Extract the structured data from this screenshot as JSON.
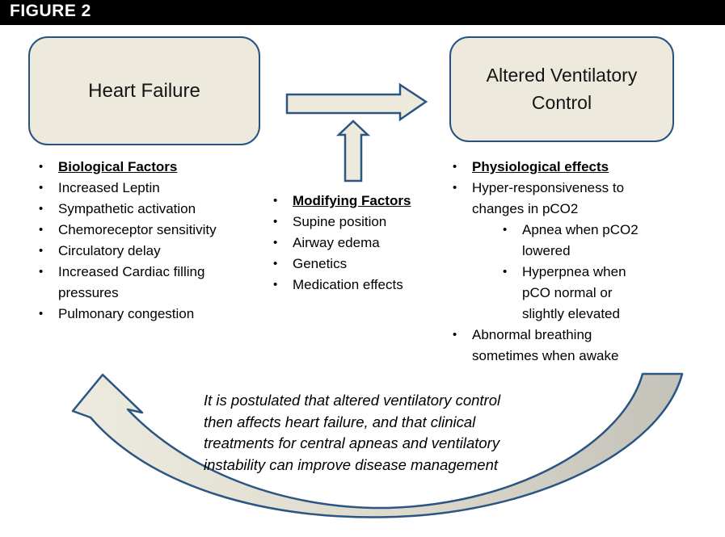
{
  "header": {
    "figure_label": "FIGURE 2"
  },
  "nodes": {
    "heart_failure": "Heart Failure",
    "altered_ventilatory_control": "Altered Ventilatory Control"
  },
  "lists": {
    "biological_factors": {
      "heading": "Biological Factors",
      "items": [
        "Increased Leptin",
        "Sympathetic activation",
        "Chemoreceptor sensitivity",
        "Circulatory delay",
        "Increased Cardiac filling pressures",
        "Pulmonary congestion"
      ]
    },
    "modifying_factors": {
      "heading": "Modifying Factors",
      "items": [
        "Supine position",
        "Airway edema",
        "Genetics",
        "Medication effects"
      ]
    },
    "physiological_effects": {
      "heading": "Physiological effects",
      "items": [
        {
          "text": "Hyper-responsiveness to changes in pCO2",
          "level": 1
        },
        {
          "text": "Apnea when pCO2 lowered",
          "level": 2
        },
        {
          "text": "Hyperpnea when pCO normal or slightly elevated",
          "level": 2
        },
        {
          "text": "Abnormal breathing sometimes when awake",
          "level": 1
        }
      ]
    }
  },
  "feedback_note": {
    "lines": [
      "It is postulated that altered ventilatory control",
      "then affects heart failure, and that clinical",
      "treatments for central apneas and ventilatory",
      "instability can improve disease management"
    ]
  },
  "colors": {
    "header_bg": "#000000",
    "header_text": "#ffffff",
    "node_fill": "#ede9dd",
    "node_border": "#28527f",
    "arrow_fill": "#ede9dd",
    "arrow_border": "#2b5582",
    "swoosh_left": "#edeadf",
    "swoosh_mid": "#ddd9cc",
    "swoosh_right": "#c3c2b9"
  }
}
